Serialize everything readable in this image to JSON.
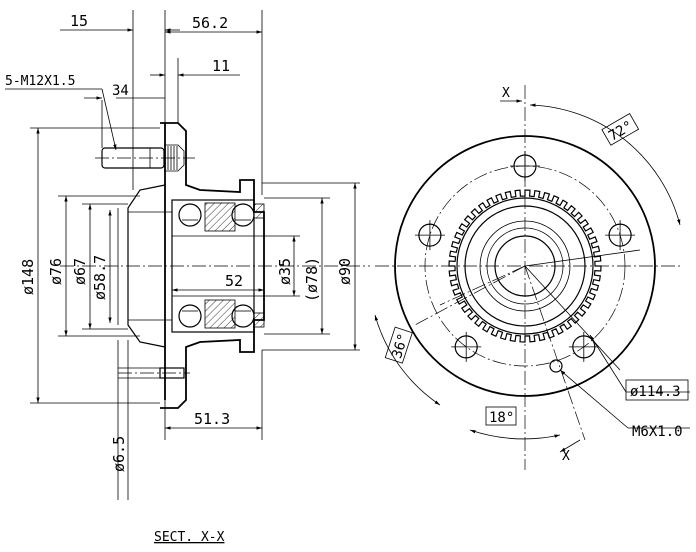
{
  "drawing": {
    "section_label": "SECT. X-X",
    "section_mark": "X",
    "dims_side": {
      "d15": "15",
      "d56_2": "56.2",
      "d11": "11",
      "stud": "5-M12X1.5",
      "d34": "34",
      "dia148": "ø148",
      "dia76": "ø76",
      "dia67": "ø67",
      "dia58_7": "ø58.7",
      "d52": "52",
      "dia35": "ø35",
      "dia78": "(ø78)",
      "dia90": "ø90",
      "d51_3": "51.3",
      "dia6_5": "ø6.5"
    },
    "dims_front": {
      "a72": "72°",
      "a36": "36°",
      "a18": "18°",
      "dia114_3": "ø114.3",
      "m6": "M6X1.0"
    }
  }
}
